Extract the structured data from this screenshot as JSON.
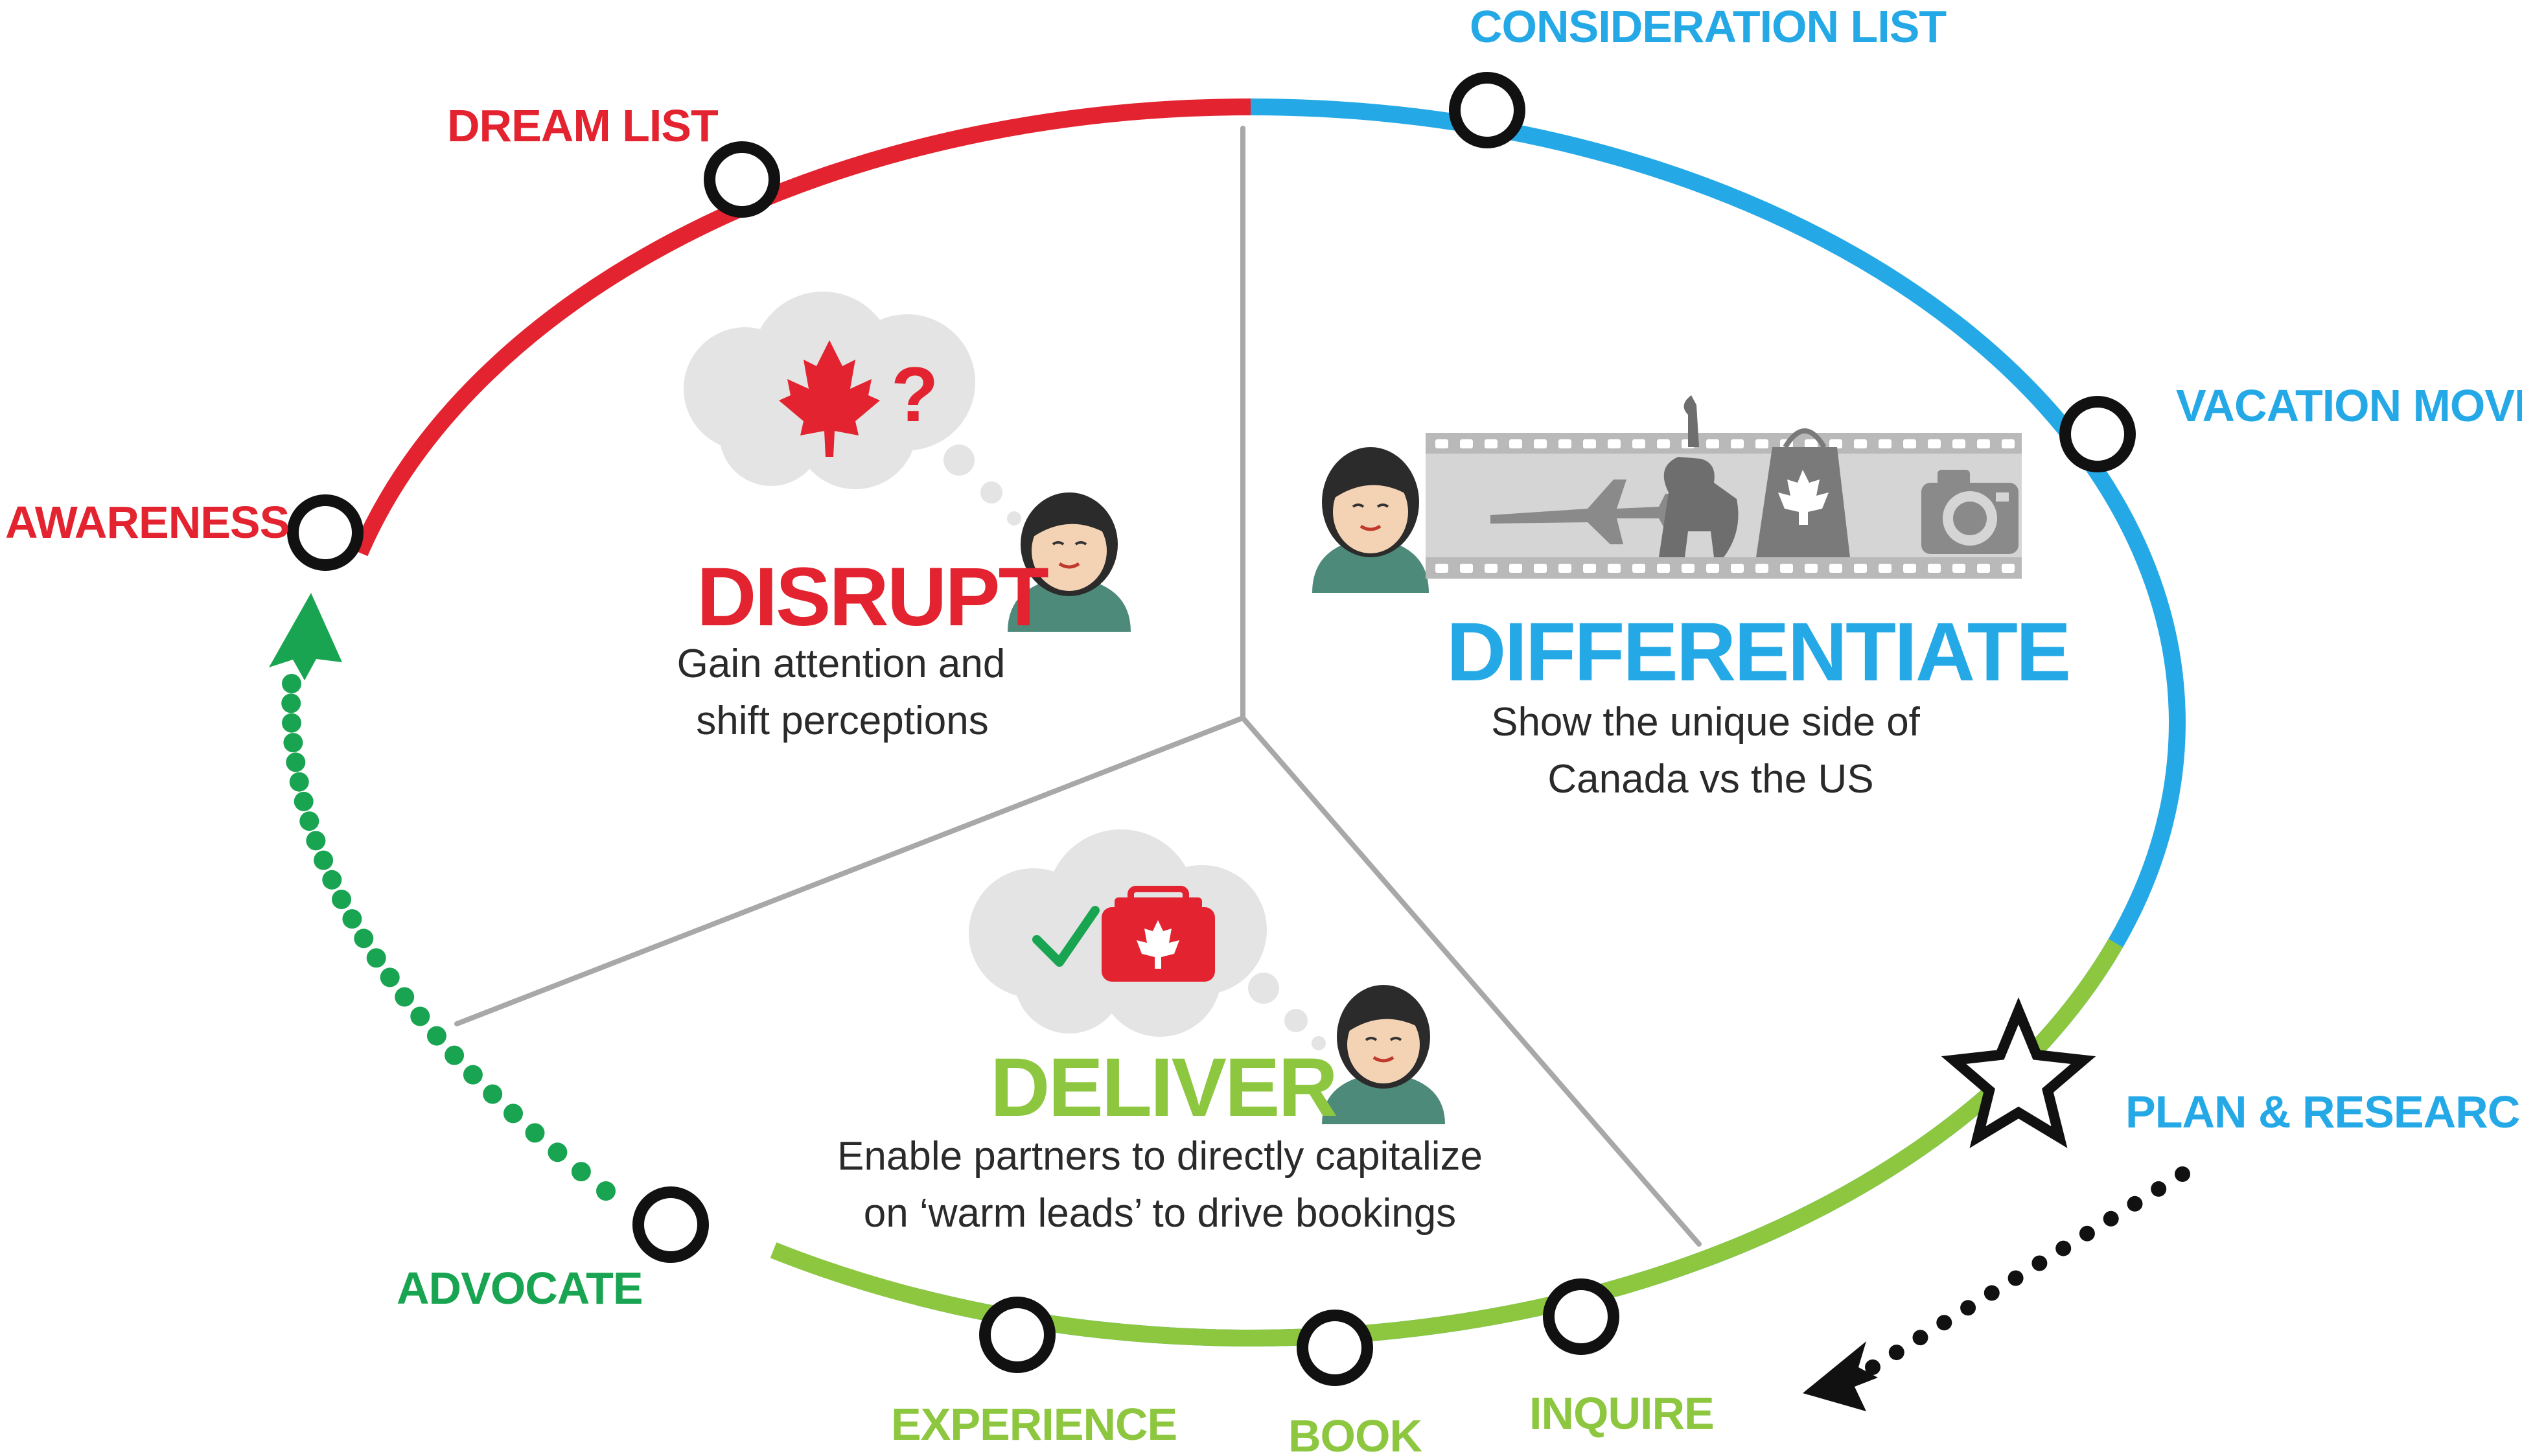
{
  "colors": {
    "red": "#e3232f",
    "blue": "#25a9e6",
    "green": "#8dc63f",
    "dark_green": "#19a452",
    "divider": "#a8a8a8",
    "node_fill": "#ffffff",
    "node_stroke": "#111111",
    "text": "#2a2a2a"
  },
  "stages": {
    "awareness": "AWARENESS",
    "dream_list": "DREAM LIST",
    "consideration_list": "CONSIDERATION LIST",
    "vacation_movie": "VACATION MOVIE",
    "plan_research": "PLAN & RESEARCH",
    "inquire": "INQUIRE",
    "book": "BOOK",
    "experience": "EXPERIENCE",
    "advocate": "ADVOCATE"
  },
  "sections": {
    "disrupt": {
      "title": "DISRUPT",
      "line1": "Gain attention and",
      "line2": "shift perceptions",
      "thought_icons": [
        "maple-leaf-icon",
        "question-mark-icon"
      ],
      "thought_glyph": "?"
    },
    "differentiate": {
      "title": "DIFFERENTIATE",
      "line1": "Show the unique side of",
      "line2": "Canada vs the US",
      "filmstrip_icons": [
        "airplane-icon",
        "bear-icon",
        "shopping-bag-icon",
        "camera-icon"
      ]
    },
    "deliver": {
      "title": "DELIVER",
      "line1": "Enable partners to directly capitalize",
      "line2": "on ‘warm leads’ to drive bookings",
      "thought_icons": [
        "checkmark-icon",
        "suitcase-icon"
      ]
    }
  }
}
